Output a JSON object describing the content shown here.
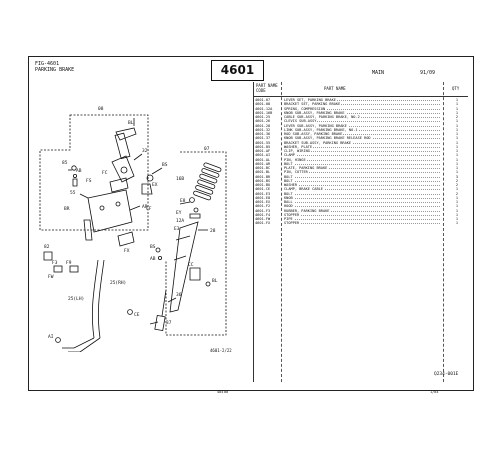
{
  "header": {
    "fig_code": "FIG-4601",
    "title": "PARKING BRAKE",
    "fig_number": "4601",
    "section": "MAIN",
    "date": "91/09"
  },
  "table": {
    "head_code": "PART NAME CODE",
    "head_name": "PART NAME",
    "head_qty": "QTY",
    "rows": [
      {
        "code": "4601-07",
        "name": "LEVER SET, PARKING BRAKE",
        "qty": "1"
      },
      {
        "code": "4601-08",
        "name": "BRACKET SET, PARKING BRAKE",
        "qty": "1"
      },
      {
        "code": "4601-12A",
        "name": "SPRING, COMPRESSION",
        "qty": "1"
      },
      {
        "code": "4601-16B",
        "name": "KNOB SUB-ASSY, PARKING BRAKE",
        "qty": "1"
      },
      {
        "code": "4601-25",
        "name": "CABLE SUB-ASSY, PARKING BRAKE, NO.2",
        "qty": "2"
      },
      {
        "code": "4601-26",
        "name": "CLEVIS SUB-ASSY",
        "qty": "1"
      },
      {
        "code": "4601-28",
        "name": "LEVER SUB-ASSY, PARKING BRAKE",
        "qty": "1"
      },
      {
        "code": "4601-32",
        "name": "LINK SUB-ASSY, PARKING BRAKE, NO.1",
        "qty": "1"
      },
      {
        "code": "4601-36",
        "name": "ROD SUB-ASSY, PARKING BRAKE",
        "qty": "1"
      },
      {
        "code": "4601-37",
        "name": "KNOB SUB-ASSY, PARKING BRAKE RELEASE ROD",
        "qty": "1"
      },
      {
        "code": "4601-55",
        "name": "BRACKET SUB-ASSY, PARKING BRAKE",
        "qty": "1"
      },
      {
        "code": "4601-85",
        "name": "WASHER, PLATE",
        "qty": "1"
      },
      {
        "code": "4601-AF",
        "name": "CLIP, WIRING",
        "qty": "1"
      },
      {
        "code": "4601-AI",
        "name": "CLAMP",
        "qty": "1"
      },
      {
        "code": "4601-AL",
        "name": "PIN, HINGE",
        "qty": "1"
      },
      {
        "code": "4601-AR",
        "name": "BOLT",
        "qty": "1"
      },
      {
        "code": "4601-BC",
        "name": "PLATE, PARKING BRAKE",
        "qty": "1"
      },
      {
        "code": "4601-BL",
        "name": "PIN, COTTER",
        "qty": "1"
      },
      {
        "code": "4601-BR",
        "name": "BOLT",
        "qty": "3"
      },
      {
        "code": "4601-BS",
        "name": "BOLT",
        "qty": "2"
      },
      {
        "code": "4601-BU",
        "name": "WASHER",
        "qty": "2"
      },
      {
        "code": "4601-CE",
        "name": "CLAMP, BRAKE CABLE",
        "qty": "1"
      },
      {
        "code": "4601-E3",
        "name": "BOLT",
        "qty": "2"
      },
      {
        "code": "4601-E8",
        "name": "KNOB",
        "qty": "1"
      },
      {
        "code": "4601-EX",
        "name": "BALL",
        "qty": "1"
      },
      {
        "code": "4601-F2",
        "name": "HOOD",
        "qty": "1"
      },
      {
        "code": "4601-F3",
        "name": "RUBBER, PARKING BRAKE",
        "qty": "1"
      },
      {
        "code": "4601-F4",
        "name": "STOPPER",
        "qty": "1"
      },
      {
        "code": "4601-FW",
        "name": "PIPE",
        "qty": "1"
      },
      {
        "code": "4601-FX",
        "name": "STOPPER",
        "qty": "1"
      }
    ]
  },
  "diagram": {
    "labels": [
      {
        "id": "lbl-08",
        "text": "08"
      },
      {
        "id": "lbl-bl1",
        "text": "BL"
      },
      {
        "id": "lbl-85",
        "text": "85"
      },
      {
        "id": "lbl-ab",
        "text": "AB"
      },
      {
        "id": "lbl-fs",
        "text": "FS"
      },
      {
        "id": "lbl-fc",
        "text": "FC"
      },
      {
        "id": "lbl-32",
        "text": "32"
      },
      {
        "id": "lbl-bs",
        "text": "BS"
      },
      {
        "id": "lbl-55",
        "text": "55"
      },
      {
        "id": "lbl-ar",
        "text": "AR"
      },
      {
        "id": "lbl-br",
        "text": "BR"
      },
      {
        "id": "lbl-ex",
        "text": "EX"
      },
      {
        "id": "lbl-07",
        "text": "07"
      },
      {
        "id": "lbl-16b",
        "text": "16B"
      },
      {
        "id": "lbl-e8",
        "text": "E8"
      },
      {
        "id": "lbl-ey",
        "text": "EY"
      },
      {
        "id": "lbl-12a",
        "text": "12A"
      },
      {
        "id": "lbl-e3",
        "text": "E3"
      },
      {
        "id": "lbl-28",
        "text": "28"
      },
      {
        "id": "lbl-82",
        "text": "82"
      },
      {
        "id": "lbl-f3",
        "text": "F3"
      },
      {
        "id": "lbl-f9",
        "text": "F9"
      },
      {
        "id": "lbl-fw",
        "text": "FW"
      },
      {
        "id": "lbl-25rh",
        "text": "25(RH)"
      },
      {
        "id": "lbl-25lh",
        "text": "25(LH)"
      },
      {
        "id": "lbl-ce",
        "text": "CE"
      },
      {
        "id": "lbl-ai",
        "text": "AI"
      },
      {
        "id": "lbl-bs2",
        "text": "BS"
      },
      {
        "id": "lbl-ab2",
        "text": "AB"
      },
      {
        "id": "lbl-cc",
        "text": "CC"
      },
      {
        "id": "lbl-bl2",
        "text": "BL"
      },
      {
        "id": "lbl-36",
        "text": "36"
      },
      {
        "id": "lbl-37",
        "text": "37"
      },
      {
        "id": "lbl-cf",
        "text": "CF"
      },
      {
        "id": "lbl-fx",
        "text": "FX"
      }
    ],
    "code": "4601-2/22"
  },
  "footer": {
    "code": "Q234-001E",
    "page_a": "484",
    "page_b": "00",
    "page_c": "1/84"
  }
}
